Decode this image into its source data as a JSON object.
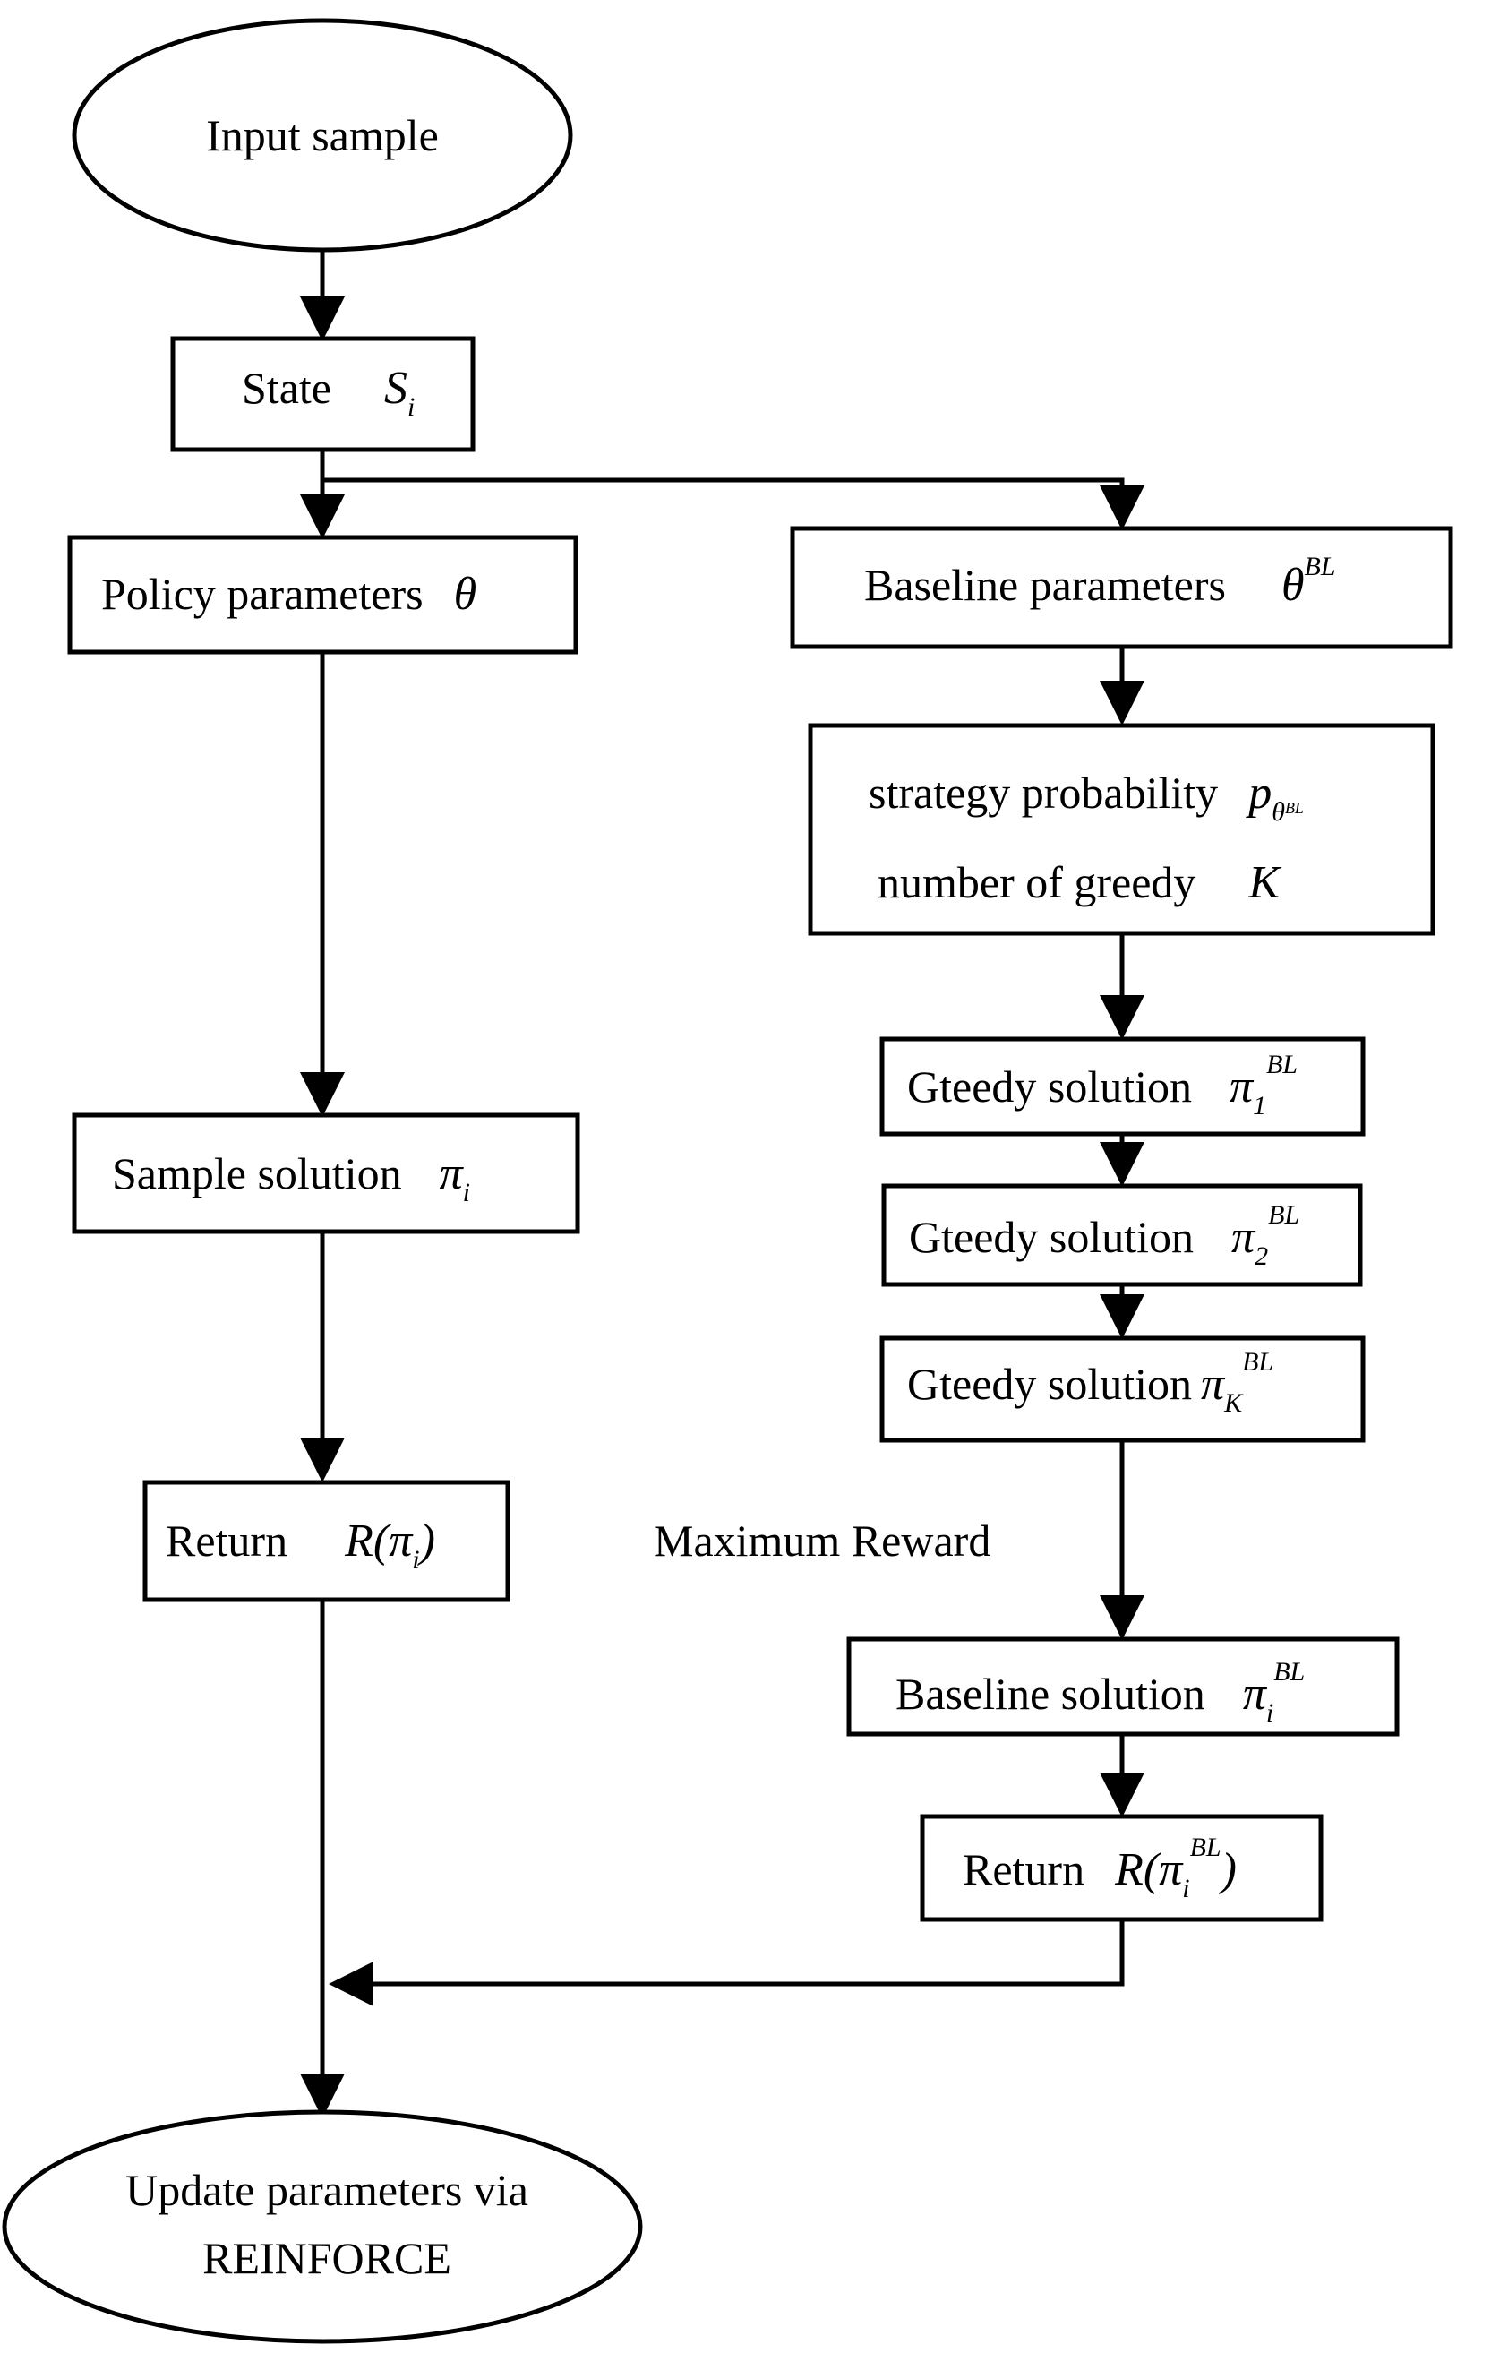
{
  "nodes": {
    "input_sample": {
      "label": "Input sample"
    },
    "state": {
      "label": "State",
      "var": "S",
      "sub": "i"
    },
    "policy_params": {
      "label": "Policy parameters",
      "var": "θ"
    },
    "baseline_params": {
      "label": "Baseline parameters",
      "var": "θ",
      "sup": "BL"
    },
    "strategy_prob": {
      "label": "strategy probability",
      "var": "p",
      "sub": "θ",
      "subsup": "BL"
    },
    "num_greedy": {
      "label": "number of greedy",
      "var": "K"
    },
    "sample_solution": {
      "label": "Sample solution",
      "var": "π",
      "sub": "i"
    },
    "greedy_1": {
      "label": "Gteedy solution",
      "var": "π",
      "sub": "1",
      "sup": "BL"
    },
    "greedy_2": {
      "label": "Gteedy solution",
      "var": "π",
      "sub": "2",
      "sup": "BL"
    },
    "greedy_k": {
      "label": "Gteedy solution",
      "var": "π",
      "sub": "K",
      "sup": "BL"
    },
    "return_left": {
      "label": "Return",
      "func": "R(",
      "var": "π",
      "sub": "i",
      "close": ")"
    },
    "baseline_solution": {
      "label": "Baseline solution",
      "var": "π",
      "sub": "i",
      "sup": "BL"
    },
    "return_right": {
      "label": "Return",
      "func": "R(",
      "var": "π",
      "sub": "i",
      "sup": "BL",
      "close": ")"
    },
    "update": {
      "line1": "Update parameters via",
      "line2": "REINFORCE"
    }
  },
  "edge_labels": {
    "maximum_reward": "Maximum Reward"
  },
  "edges": [
    {
      "from": "input_sample",
      "to": "state"
    },
    {
      "from": "state",
      "to": "policy_params"
    },
    {
      "from": "state",
      "to": "baseline_params"
    },
    {
      "from": "policy_params",
      "to": "sample_solution"
    },
    {
      "from": "sample_solution",
      "to": "return_left"
    },
    {
      "from": "return_left",
      "to": "update"
    },
    {
      "from": "baseline_params",
      "to": "strategy_prob"
    },
    {
      "from": "strategy_prob",
      "to": "greedy_1"
    },
    {
      "from": "greedy_1",
      "to": "greedy_2"
    },
    {
      "from": "greedy_2",
      "to": "greedy_k"
    },
    {
      "from": "greedy_k",
      "to": "baseline_solution",
      "label": "Maximum Reward"
    },
    {
      "from": "baseline_solution",
      "to": "return_right"
    },
    {
      "from": "return_right",
      "to": "update"
    }
  ]
}
